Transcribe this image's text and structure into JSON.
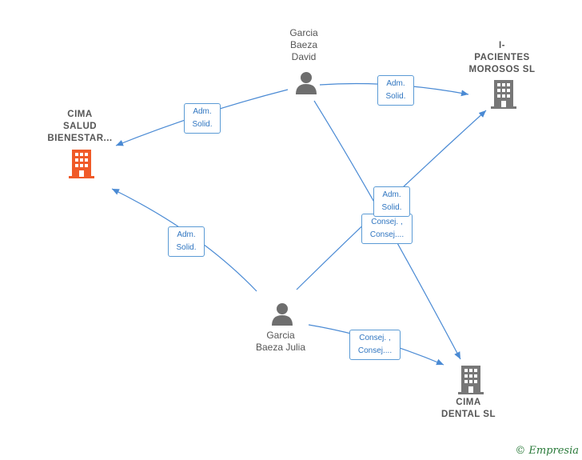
{
  "nodes": {
    "garcia_baeza_david": {
      "label": "Garcia\nBaeza\nDavid",
      "type": "person"
    },
    "garcia_baeza_julia": {
      "label": "Garcia\nBaeza Julia",
      "type": "person"
    },
    "cima_salud": {
      "label": "CIMA\nSALUD\nBIENESTAR...",
      "type": "company",
      "color": "#f05a28"
    },
    "i_pacientes": {
      "label": "I-\nPACIENTES\nMOROSOS  SL",
      "type": "company",
      "color": "#777777"
    },
    "cima_dental": {
      "label": "CIMA\nDENTAL SL",
      "type": "company",
      "color": "#777777"
    }
  },
  "edges": [
    {
      "from": "garcia_baeza_david",
      "to": "cima_salud",
      "label": "Adm.\nSolid."
    },
    {
      "from": "garcia_baeza_david",
      "to": "i_pacientes",
      "label": "Adm.\nSolid."
    },
    {
      "from": "garcia_baeza_david",
      "to": "cima_dental",
      "label": "Consej. ,\nConsej...."
    },
    {
      "from": "garcia_baeza_julia",
      "to": "i_pacientes",
      "label": "Adm.\nSolid."
    },
    {
      "from": "garcia_baeza_julia",
      "to": "cima_salud",
      "label": "Adm.\nSolid."
    },
    {
      "from": "garcia_baeza_julia",
      "to": "cima_dental",
      "label": "Consej. ,\nConsej...."
    }
  ],
  "colors": {
    "edge": "#4a8ad4",
    "person_icon": "#6e6e6e"
  },
  "footer": {
    "copyright_symbol": "©",
    "brand": "Empresia"
  }
}
